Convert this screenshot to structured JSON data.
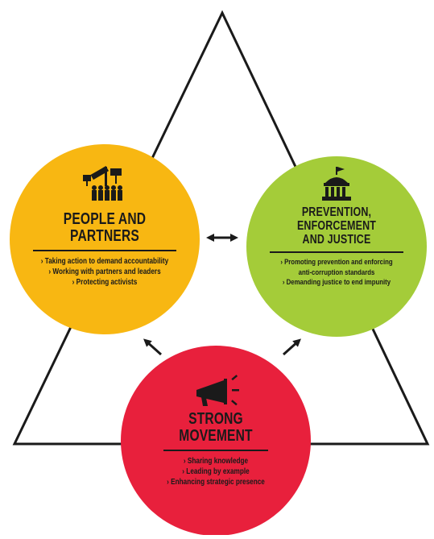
{
  "colors": {
    "people": "#f8b712",
    "prevention": "#a4cc39",
    "movement": "#e8203c",
    "ink": "#1a1a1a",
    "triangle": "#1a1a1a"
  },
  "people": {
    "title_line1": "PEOPLE AND",
    "title_line2": "PARTNERS",
    "icon": "protest-group-icon",
    "bullets": [
      "Taking action to demand accountability",
      "Working with partners and leaders",
      "Protecting activists"
    ]
  },
  "prevention": {
    "title_line1": "PREVENTION,",
    "title_line2": "ENFORCEMENT",
    "title_line3": "AND JUSTICE",
    "icon": "courthouse-icon",
    "bullets": [
      "Promoting prevention and enforcing anti-corruption standards",
      "Demanding justice to end impunity"
    ]
  },
  "movement": {
    "title_line1": "STRONG",
    "title_line2": "MOVEMENT",
    "icon": "megaphone-icon",
    "bullets": [
      "Sharing knowledge",
      "Leading by example",
      "Enhancing strategic presence"
    ]
  }
}
